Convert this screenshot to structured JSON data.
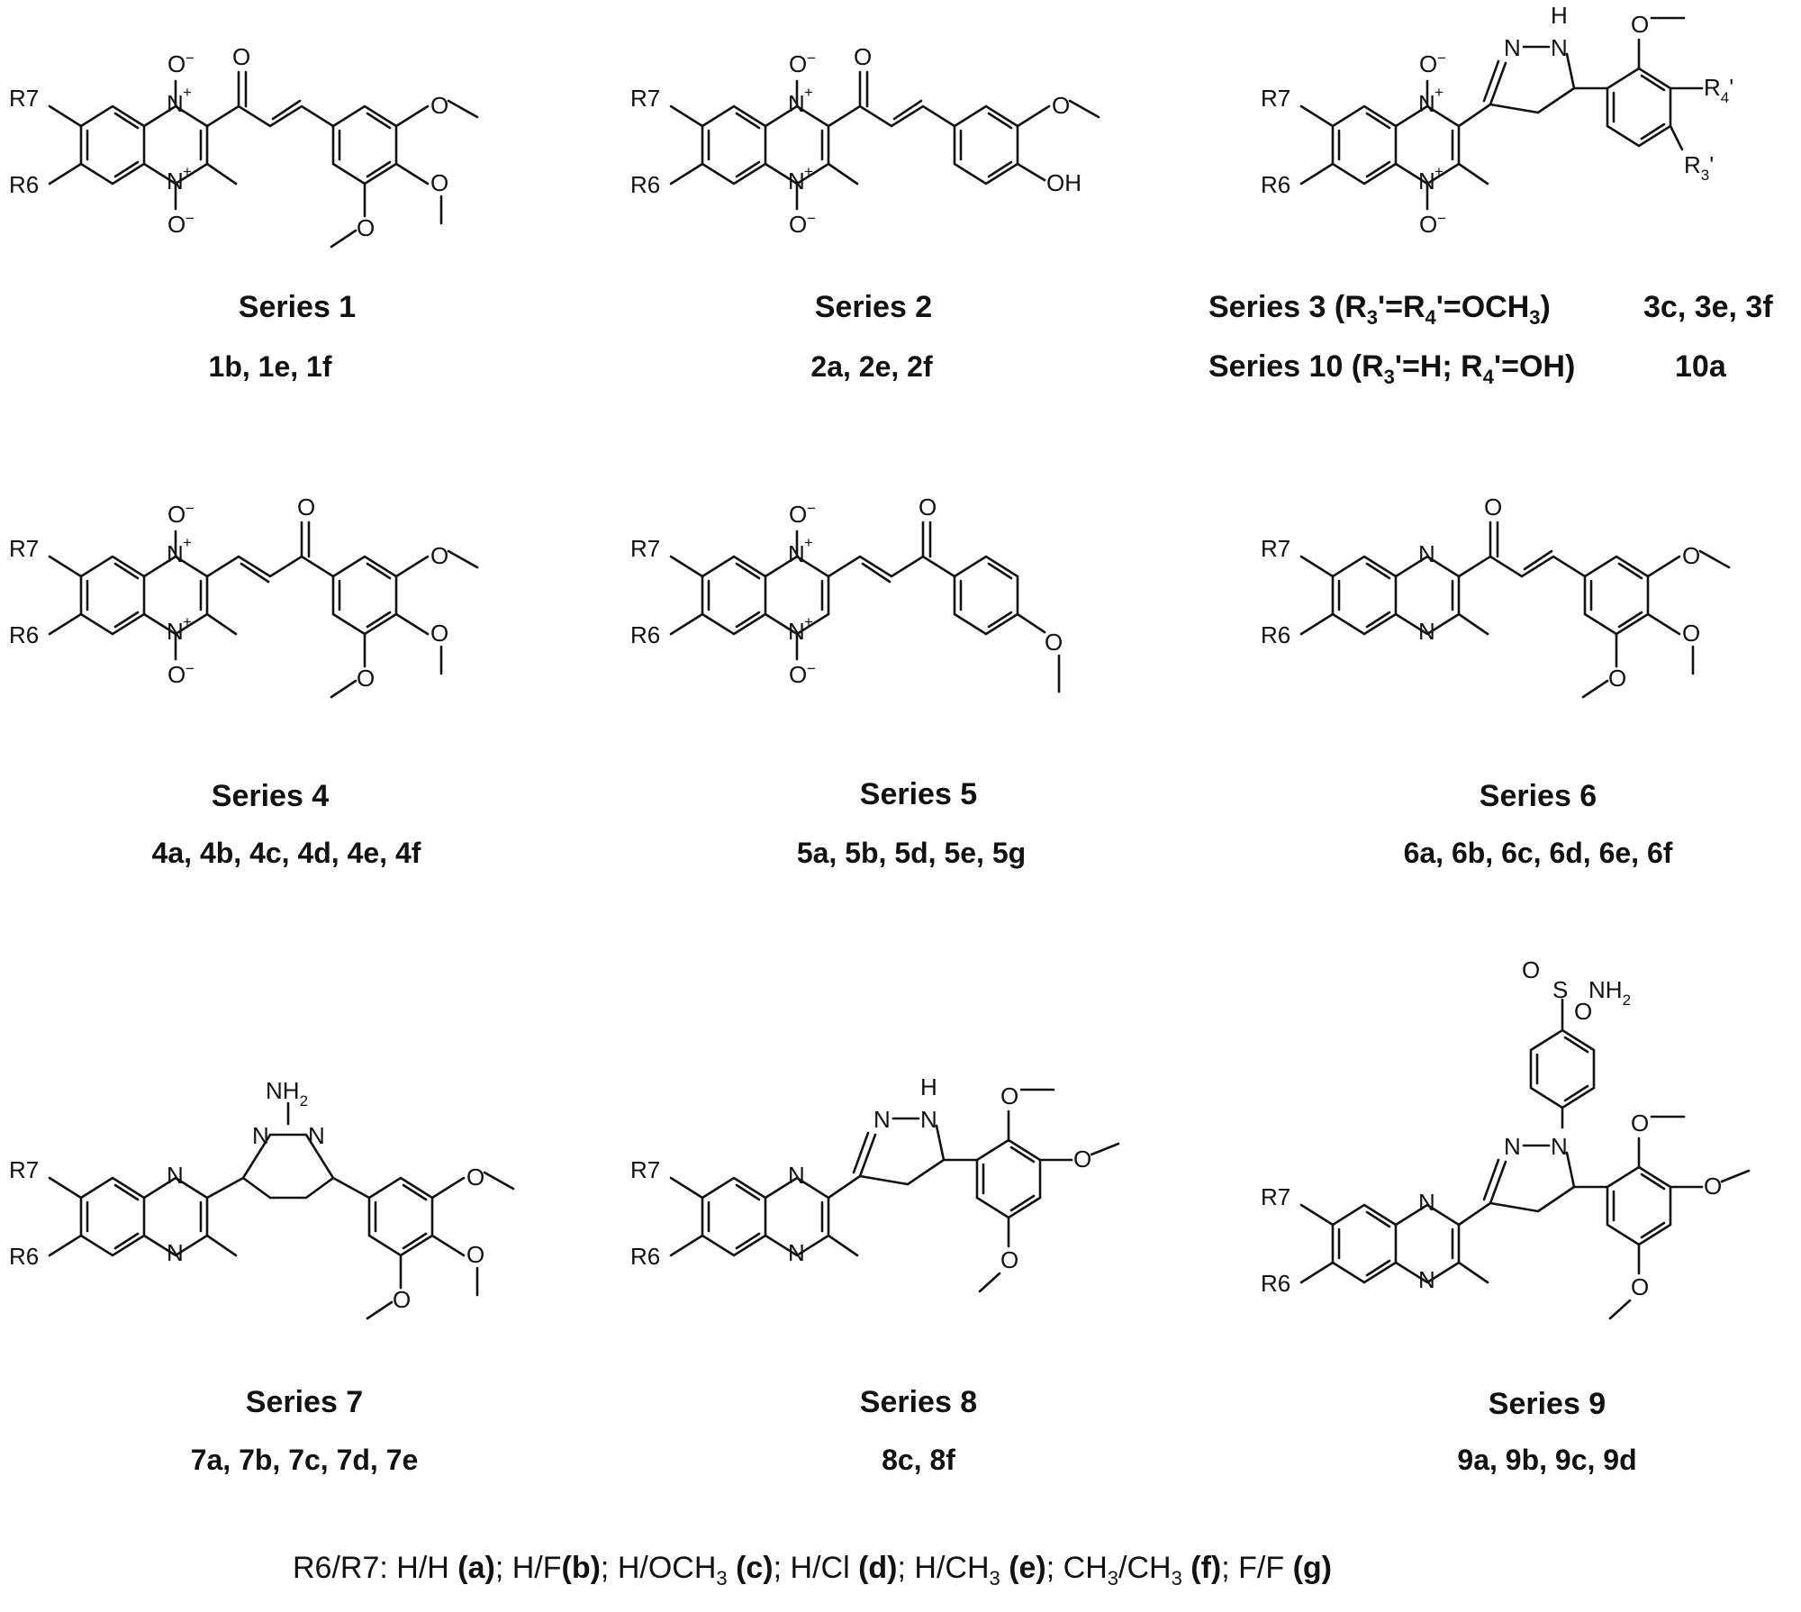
{
  "atoms": {
    "r7": "R7",
    "r6": "R6",
    "n": "N",
    "n_plus": "N",
    "plus": "+",
    "minus": "−",
    "o": "O",
    "oh": "OH",
    "nh": "H",
    "nh2": "NH",
    "nh2_sub": "2",
    "s": "S",
    "r4p": "R",
    "r4p_sub": "4",
    "r3p": "R",
    "r3p_sub": "3",
    "prime": "'"
  },
  "series": [
    {
      "title": "Series 1",
      "compounds": "1b, 1e, 1f"
    },
    {
      "title": "Series 2",
      "compounds": "2a, 2e, 2f"
    },
    {
      "title": "Series 3 (R",
      "title_sub1": "3",
      "title_mid1": "'=R",
      "title_sub2": "4",
      "title_mid2": "'=OCH",
      "title_sub3": "3",
      "title_end": ")",
      "compounds": "3c, 3e, 3f"
    },
    {
      "title": "Series 4",
      "compounds": "4a, 4b, 4c, 4d, 4e, 4f"
    },
    {
      "title": "Series 5",
      "compounds": "5a, 5b, 5d, 5e, 5g"
    },
    {
      "title": "Series 6",
      "compounds": "6a, 6b, 6c, 6d, 6e, 6f"
    },
    {
      "title": "Series 7",
      "compounds": "7a, 7b, 7c, 7d, 7e"
    },
    {
      "title": "Series 8",
      "compounds": "8c, 8f"
    },
    {
      "title": "Series 9",
      "compounds": "9a, 9b, 9c, 9d"
    }
  ],
  "series10": {
    "title": "Series 10 (R",
    "sub1": "3",
    "mid1": "'=H; R",
    "sub2": "4",
    "mid2": "'=OH)",
    "compounds": "10a"
  },
  "legend": {
    "prefix": "R6/R7: H/H ",
    "a": "(a)",
    "p2": "; H/F",
    "b": "(b)",
    "p3": "; H/OCH",
    "p3_sub": "3",
    "c": " (c)",
    "p4": "; H/Cl ",
    "d": "(d)",
    "p5": "; H/CH",
    "p5_sub": "3",
    "e": " (e)",
    "p6": "; CH",
    "p6_sub": "3",
    "p6b": "/CH",
    "p6b_sub": "3",
    "f": " (f)",
    "p7": "; F/F ",
    "g": "(g)"
  }
}
